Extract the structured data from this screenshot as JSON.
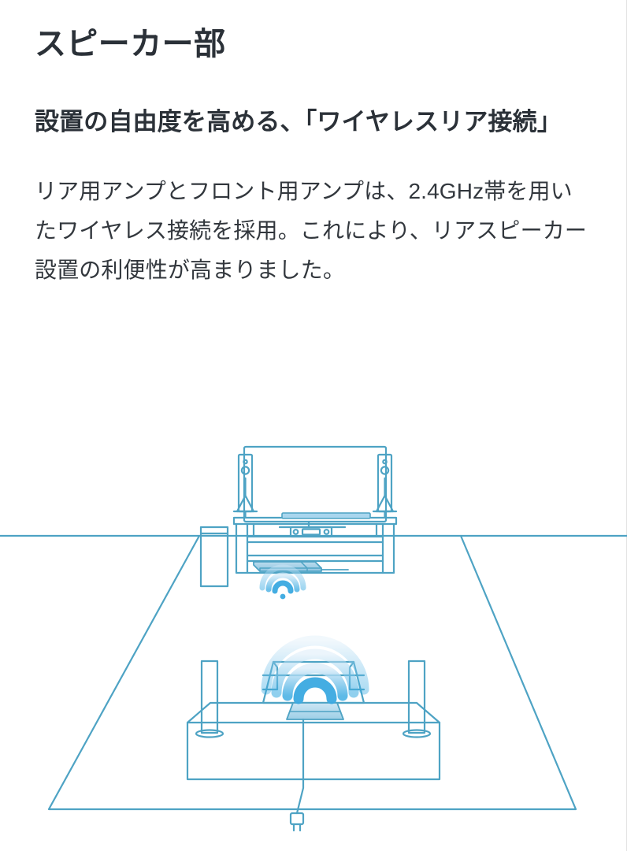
{
  "page": {
    "title": "スピーカー部",
    "background_color": "#ffffff",
    "text_color": "#2b3138"
  },
  "section": {
    "heading": "設置の自由度を高める、「ワイヤレスリア接続」",
    "body": "リア用アンプとフロント用アンプは、2.4GHz帯を用いたワイヤレス接続を採用。これにより、リアスピーカー設置の利便性が高まりました。"
  },
  "illustration": {
    "name": "wireless-rear-connection-diagram",
    "description": "ホームシアターの設置イメージ図。フロント用アンプとリア用アンプがワイヤレスで接続されている様子。",
    "stroke_color": "#4ea3c4",
    "accent_color": "#39a8dd",
    "fill_light": "#ddeef7",
    "fill_mid": "#a9d6ee",
    "parts": [
      {
        "name": "television",
        "label": "テレビ"
      },
      {
        "name": "front-tower-speaker-left",
        "label": "フロントスピーカー（左）"
      },
      {
        "name": "front-tower-speaker-right",
        "label": "フロントスピーカー（右）"
      },
      {
        "name": "subwoofer",
        "label": "サブウーファー"
      },
      {
        "name": "av-rack",
        "label": "AVラック"
      },
      {
        "name": "front-amplifier",
        "label": "フロント用アンプ"
      },
      {
        "name": "front-wireless-signal",
        "label": "ワイヤレス信号（フロント）"
      },
      {
        "name": "sofa",
        "label": "ソファ"
      },
      {
        "name": "rear-amplifier",
        "label": "リア用アンプ"
      },
      {
        "name": "rear-wireless-signal",
        "label": "ワイヤレス信号（リア）"
      },
      {
        "name": "rear-speaker-left",
        "label": "リアスピーカー（左）"
      },
      {
        "name": "rear-speaker-right",
        "label": "リアスピーカー（右）"
      },
      {
        "name": "power-plug",
        "label": "電源プラグ"
      },
      {
        "name": "floor",
        "label": "床面"
      }
    ]
  }
}
